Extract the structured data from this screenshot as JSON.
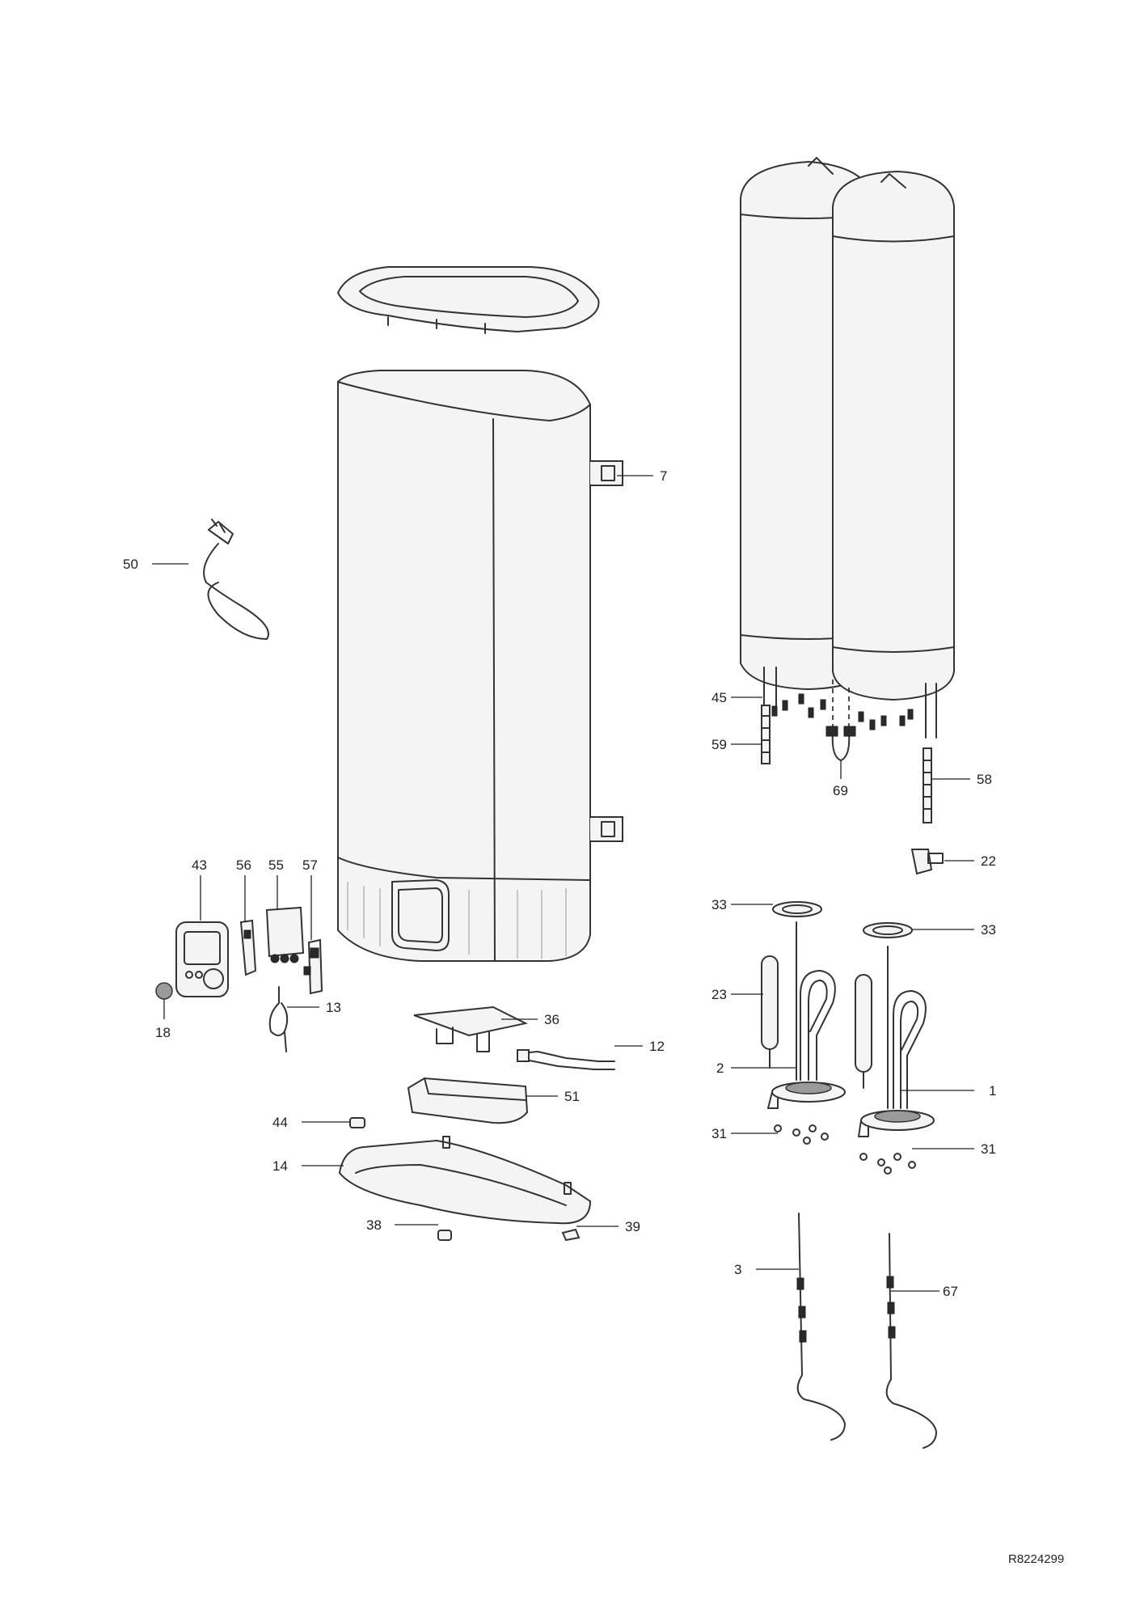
{
  "diagram": {
    "reference_code": "R8224299",
    "callouts": {
      "p1": "1",
      "p2": "2",
      "p3": "3",
      "p7": "7",
      "p12": "12",
      "p13": "13",
      "p14": "14",
      "p18": "18",
      "p22": "22",
      "p23": "23",
      "p31a": "31",
      "p31b": "31",
      "p33a": "33",
      "p33b": "33",
      "p36": "36",
      "p38": "38",
      "p39": "39",
      "p43": "43",
      "p44": "44",
      "p45": "45",
      "p50": "50",
      "p51": "51",
      "p55": "55",
      "p56": "56",
      "p57": "57",
      "p58": "58",
      "p59": "59",
      "p67": "67",
      "p69": "69"
    }
  }
}
